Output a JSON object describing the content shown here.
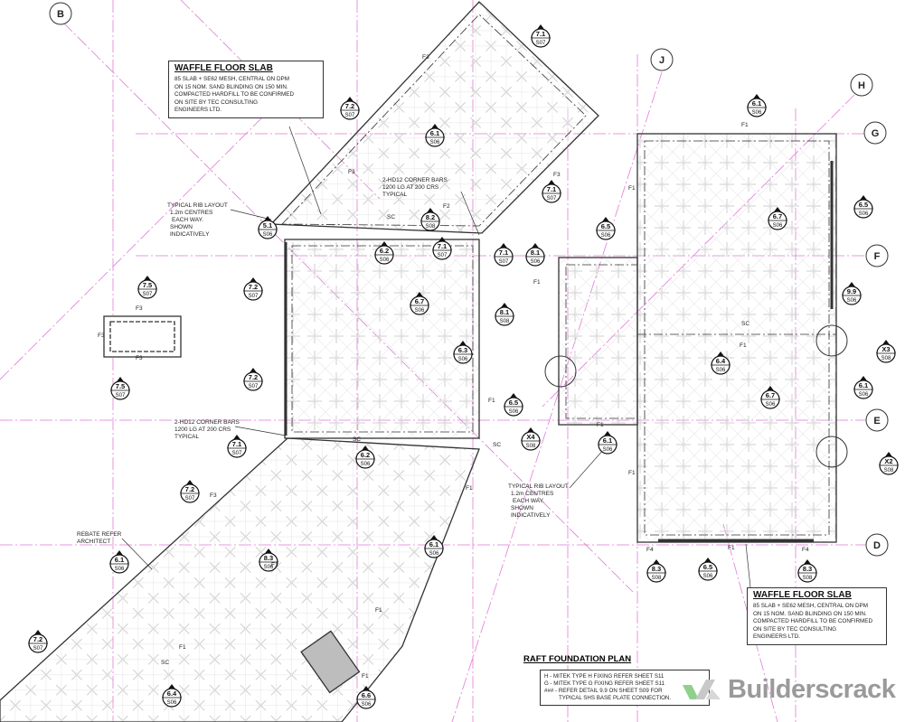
{
  "drawing": {
    "title": "RAFT FOUNDATION PLAN",
    "grid_labels": [
      "B",
      "J",
      "H",
      "G",
      "F",
      "E",
      "D"
    ],
    "slab_note_top": {
      "heading": "WAFFLE FLOOR SLAB",
      "lines": [
        "85 SLAB + SE62 MESH, CENTRAL ON DPM",
        "ON 15 NOM. SAND BLINDING ON 150 MIN.",
        "COMPACTED HARDFILL TO BE CONFIRMED",
        "ON SITE BY TEC CONSULTING",
        "ENGINEERS LTD."
      ]
    },
    "slab_note_bottom": {
      "heading": "WAFFLE FLOOR SLAB",
      "lines": [
        "85 SLAB + SE62 MESH, CENTRAL ON DPM",
        "ON 15 NOM. SAND BLINDING ON 150 MIN.",
        "COMPACTED HARDFILL TO BE CONFIRMED",
        "ON SITE BY TEC CONSULTING",
        "ENGINEERS LTD."
      ]
    },
    "notes": [
      {
        "lines": [
          "TYPICAL RIB LAYOUT",
          "1.2m CENTRES",
          "EACH WAY.",
          "SHOWN",
          "INDICATIVELY"
        ]
      },
      {
        "lines": [
          "2-HD12 CORNER BARS",
          "1200 LG AT 200 CRS",
          "TYPICAL"
        ]
      },
      {
        "lines": [
          "2-HD12 CORNER BARS",
          "1200 LG AT 200 CRS",
          "TYPICAL"
        ]
      },
      {
        "lines": [
          "TYPICAL RIB LAYOUT",
          "1.2m CENTRES",
          "EACH WAY.",
          "SHOWN",
          "INDICATIVELY"
        ]
      },
      {
        "lines": [
          "REBATE REFER",
          "ARCHITECT"
        ]
      }
    ],
    "legend": [
      "H - MITEK TYPE H FIXING REFER SHEET S11",
      "G - MITEK TYPE G FIXING REFER SHEET S11",
      "### - REFER DETAIL 9.9 ON SHEET S09 FOR",
      "TYPICAL SHS BASE PLATE CONNECTION."
    ],
    "section_markers": [
      {
        "num": "7.1",
        "sheet": "S07"
      },
      {
        "num": "7.2",
        "sheet": "S07"
      },
      {
        "num": "6.1",
        "sheet": "S06"
      },
      {
        "num": "6.1",
        "sheet": "S06"
      },
      {
        "num": "7.1",
        "sheet": "S07"
      },
      {
        "num": "5.1",
        "sheet": "S06"
      },
      {
        "num": "8.2",
        "sheet": "S08"
      },
      {
        "num": "6.2",
        "sheet": "S06"
      },
      {
        "num": "7.1",
        "sheet": "S07"
      },
      {
        "num": "7.1",
        "sheet": "S07"
      },
      {
        "num": "8.1",
        "sheet": "S06"
      },
      {
        "num": "6.5",
        "sheet": "S06"
      },
      {
        "num": "6.7",
        "sheet": "S06"
      },
      {
        "num": "6.5",
        "sheet": "S06"
      },
      {
        "num": "7.5",
        "sheet": "S07"
      },
      {
        "num": "7.2",
        "sheet": "S07"
      },
      {
        "num": "6.7",
        "sheet": "S06"
      },
      {
        "num": "8.1",
        "sheet": "S08"
      },
      {
        "num": "9.9",
        "sheet": "S06"
      },
      {
        "num": "6.3",
        "sheet": "S06"
      },
      {
        "num": "6.4",
        "sheet": "S06"
      },
      {
        "num": "X3",
        "sheet": "S08"
      },
      {
        "num": "7.5",
        "sheet": "S07"
      },
      {
        "num": "7.2",
        "sheet": "S07"
      },
      {
        "num": "6.1",
        "sheet": "S06"
      },
      {
        "num": "6.7",
        "sheet": "S06"
      },
      {
        "num": "6.5",
        "sheet": "S06"
      },
      {
        "num": "X4",
        "sheet": "S08"
      },
      {
        "num": "6.1",
        "sheet": "S06"
      },
      {
        "num": "6.2",
        "sheet": "S06"
      },
      {
        "num": "7.1",
        "sheet": "S07"
      },
      {
        "num": "7.2",
        "sheet": "S07"
      },
      {
        "num": "X2",
        "sheet": "S08"
      },
      {
        "num": "6.1",
        "sheet": "S06"
      },
      {
        "num": "8.3",
        "sheet": "S06"
      },
      {
        "num": "8.3",
        "sheet": "S08"
      },
      {
        "num": "6.5",
        "sheet": "S06"
      },
      {
        "num": "8.3",
        "sheet": "S08"
      },
      {
        "num": "6.1",
        "sheet": "S06"
      },
      {
        "num": "7.2",
        "sheet": "S07"
      },
      {
        "num": "6.4",
        "sheet": "S06"
      },
      {
        "num": "6.6",
        "sheet": "S06"
      }
    ],
    "footing_labels": [
      "F3",
      "F3",
      "F3",
      "F2",
      "F1",
      "F1",
      "F1",
      "F1",
      "F1",
      "F1",
      "F1",
      "F3",
      "F3",
      "F3",
      "F3",
      "F1",
      "F1",
      "F1",
      "F1",
      "F1",
      "F1",
      "F4",
      "F4",
      "SC",
      "SC",
      "SC",
      "SC",
      "SC"
    ],
    "colors": {
      "grid_line": "#e27ad8",
      "linework": "#333333",
      "rib": "#c8c8c8",
      "watermark": "#9a9a9a",
      "watermark_mark": "#7fc97a"
    }
  },
  "watermark": {
    "brand": "Builderscrack"
  }
}
